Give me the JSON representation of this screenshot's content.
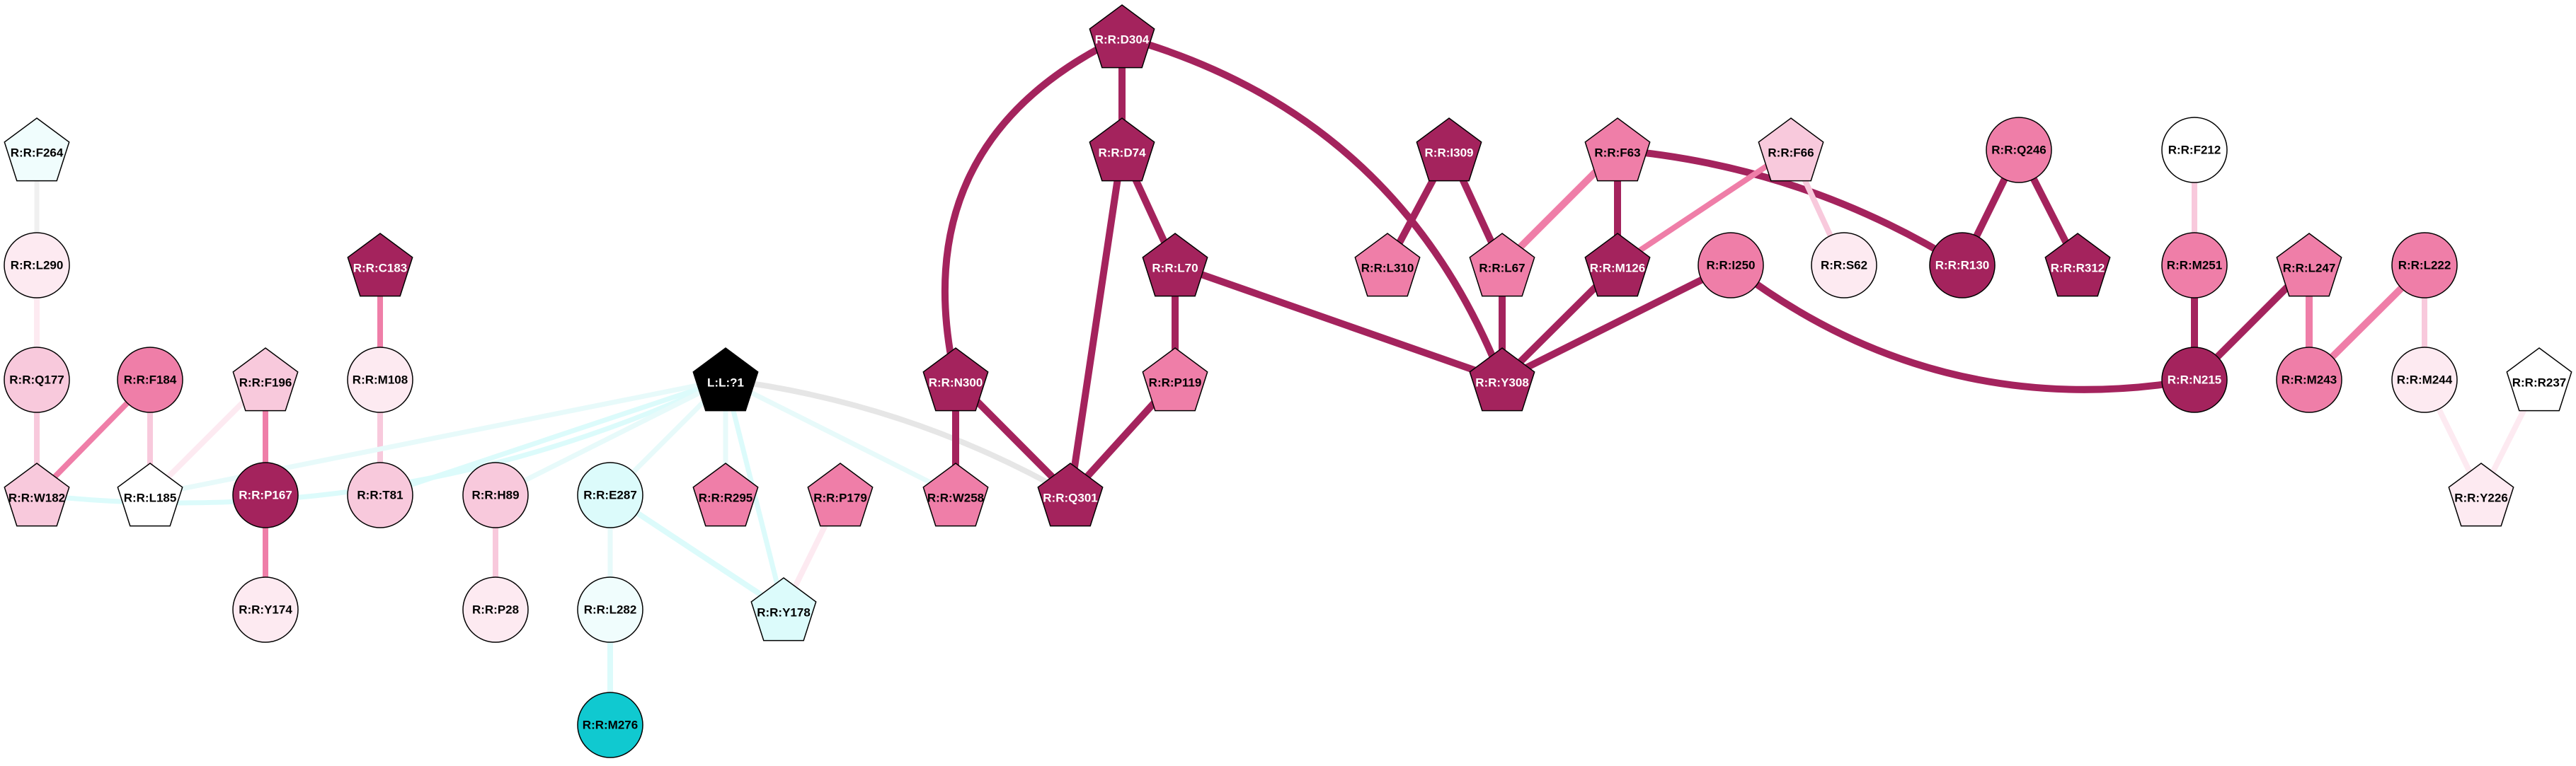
{
  "colors": {
    "stroke": "#000000",
    "label_light": "#ffffff",
    "label_dark": "#000000",
    "edge_strong": "#a4235d",
    "edge_medium": "#ef7ea8",
    "edge_light": "#f8c9dc",
    "edge_faint": "#fdeaf1",
    "edge_cyan": "#dcfbfb",
    "edge_cyan_soft": "#e7fafa",
    "edge_gray": "#e6e6e6",
    "edge_gray_light": "#f0f0f0"
  },
  "nodes": [
    {
      "id": "F264",
      "label": "R:R:F264",
      "shape": "pentagon",
      "fill": "#f0fdfd",
      "text": "dark"
    },
    {
      "id": "L290",
      "label": "R:R:L290",
      "shape": "circle",
      "fill": "#fdeaf1",
      "text": "dark"
    },
    {
      "id": "Q177",
      "label": "R:R:Q177",
      "shape": "circle",
      "fill": "#f8c9dc",
      "text": "dark"
    },
    {
      "id": "W182",
      "label": "R:R:W182",
      "shape": "pentagon",
      "fill": "#f8c9dc",
      "text": "dark"
    },
    {
      "id": "F184",
      "label": "R:R:F184",
      "shape": "circle",
      "fill": "#ef7ea8",
      "text": "dark"
    },
    {
      "id": "L185",
      "label": "R:R:L185",
      "shape": "pentagon",
      "fill": "#ffffff",
      "text": "dark"
    },
    {
      "id": "F196",
      "label": "R:R:F196",
      "shape": "pentagon",
      "fill": "#f8c9dc",
      "text": "dark"
    },
    {
      "id": "P167",
      "label": "R:R:P167",
      "shape": "circle",
      "fill": "#a4235d",
      "text": "light"
    },
    {
      "id": "Y174",
      "label": "R:R:Y174",
      "shape": "circle",
      "fill": "#fdeaf1",
      "text": "dark"
    },
    {
      "id": "C183",
      "label": "R:R:C183",
      "shape": "pentagon",
      "fill": "#a4235d",
      "text": "light"
    },
    {
      "id": "M108",
      "label": "R:R:M108",
      "shape": "circle",
      "fill": "#fdeaf1",
      "text": "dark"
    },
    {
      "id": "T81",
      "label": "R:R:T81",
      "shape": "circle",
      "fill": "#f8c9dc",
      "text": "dark"
    },
    {
      "id": "LIG",
      "label": "L:L:?1",
      "shape": "pentagon",
      "fill": "#000000",
      "text": "light"
    },
    {
      "id": "H89",
      "label": "R:R:H89",
      "shape": "circle",
      "fill": "#f8c9dc",
      "text": "dark"
    },
    {
      "id": "P28",
      "label": "R:R:P28",
      "shape": "circle",
      "fill": "#fdeaf1",
      "text": "dark"
    },
    {
      "id": "E287",
      "label": "R:R:E287",
      "shape": "circle",
      "fill": "#dcfbfb",
      "text": "dark"
    },
    {
      "id": "L282",
      "label": "R:R:L282",
      "shape": "circle",
      "fill": "#f0fdfd",
      "text": "dark"
    },
    {
      "id": "M276",
      "label": "R:R:M276",
      "shape": "circle",
      "fill": "#10c9d0",
      "text": "dark"
    },
    {
      "id": "R295",
      "label": "R:R:R295",
      "shape": "pentagon",
      "fill": "#ef7ea8",
      "text": "dark"
    },
    {
      "id": "P179",
      "label": "R:R:P179",
      "shape": "pentagon",
      "fill": "#ef7ea8",
      "text": "dark"
    },
    {
      "id": "Y178",
      "label": "R:R:Y178",
      "shape": "pentagon",
      "fill": "#dcfbfb",
      "text": "dark"
    },
    {
      "id": "N300",
      "label": "R:R:N300",
      "shape": "pentagon",
      "fill": "#a4235d",
      "text": "light"
    },
    {
      "id": "W258",
      "label": "R:R:W258",
      "shape": "pentagon",
      "fill": "#ef7ea8",
      "text": "dark"
    },
    {
      "id": "Q301",
      "label": "R:R:Q301",
      "shape": "pentagon",
      "fill": "#a4235d",
      "text": "light"
    },
    {
      "id": "D304",
      "label": "R:R:D304",
      "shape": "pentagon",
      "fill": "#a4235d",
      "text": "light"
    },
    {
      "id": "D74",
      "label": "R:R:D74",
      "shape": "pentagon",
      "fill": "#a4235d",
      "text": "light"
    },
    {
      "id": "L70",
      "label": "R:R:L70",
      "shape": "pentagon",
      "fill": "#a4235d",
      "text": "light"
    },
    {
      "id": "P119",
      "label": "R:R:P119",
      "shape": "pentagon",
      "fill": "#ef7ea8",
      "text": "dark"
    },
    {
      "id": "I309",
      "label": "R:R:I309",
      "shape": "pentagon",
      "fill": "#a4235d",
      "text": "light"
    },
    {
      "id": "L310",
      "label": "R:R:L310",
      "shape": "pentagon",
      "fill": "#ef7ea8",
      "text": "dark"
    },
    {
      "id": "L67",
      "label": "R:R:L67",
      "shape": "pentagon",
      "fill": "#ef7ea8",
      "text": "dark"
    },
    {
      "id": "F63",
      "label": "R:R:F63",
      "shape": "pentagon",
      "fill": "#ef7ea8",
      "text": "dark"
    },
    {
      "id": "M126",
      "label": "R:R:M126",
      "shape": "pentagon",
      "fill": "#a4235d",
      "text": "light"
    },
    {
      "id": "Y308",
      "label": "R:R:Y308",
      "shape": "pentagon",
      "fill": "#a4235d",
      "text": "light"
    },
    {
      "id": "F66",
      "label": "R:R:F66",
      "shape": "pentagon",
      "fill": "#f8c9dc",
      "text": "dark"
    },
    {
      "id": "S62",
      "label": "R:R:S62",
      "shape": "circle",
      "fill": "#fdeaf1",
      "text": "dark"
    },
    {
      "id": "I250",
      "label": "R:R:I250",
      "shape": "circle",
      "fill": "#ef7ea8",
      "text": "dark"
    },
    {
      "id": "Q246",
      "label": "R:R:Q246",
      "shape": "circle",
      "fill": "#ef7ea8",
      "text": "dark"
    },
    {
      "id": "R130",
      "label": "R:R:R130",
      "shape": "circle",
      "fill": "#a4235d",
      "text": "light"
    },
    {
      "id": "R312",
      "label": "R:R:R312",
      "shape": "pentagon",
      "fill": "#a4235d",
      "text": "light"
    },
    {
      "id": "F212",
      "label": "R:R:F212",
      "shape": "circle",
      "fill": "#ffffff",
      "text": "dark"
    },
    {
      "id": "M251",
      "label": "R:R:M251",
      "shape": "circle",
      "fill": "#ef7ea8",
      "text": "dark"
    },
    {
      "id": "N215",
      "label": "R:R:N215",
      "shape": "circle",
      "fill": "#a4235d",
      "text": "light"
    },
    {
      "id": "L247",
      "label": "R:R:L247",
      "shape": "pentagon",
      "fill": "#ef7ea8",
      "text": "dark"
    },
    {
      "id": "M243",
      "label": "R:R:M243",
      "shape": "circle",
      "fill": "#ef7ea8",
      "text": "dark"
    },
    {
      "id": "L222",
      "label": "R:R:L222",
      "shape": "circle",
      "fill": "#ef7ea8",
      "text": "dark"
    },
    {
      "id": "M244",
      "label": "R:R:M244",
      "shape": "circle",
      "fill": "#fdeaf1",
      "text": "dark"
    },
    {
      "id": "R237",
      "label": "R:R:R237",
      "shape": "pentagon",
      "fill": "#ffffff",
      "text": "dark"
    },
    {
      "id": "Y226",
      "label": "R:R:Y226",
      "shape": "pentagon",
      "fill": "#fdeaf1",
      "text": "dark"
    }
  ],
  "edges": [
    {
      "source": "F264",
      "target": "L290",
      "color": "edge_gray_light",
      "weight": "thin"
    },
    {
      "source": "L290",
      "target": "Q177",
      "color": "edge_faint",
      "weight": "medium"
    },
    {
      "source": "Q177",
      "target": "W182",
      "color": "edge_light",
      "weight": "medium"
    },
    {
      "source": "F184",
      "target": "W182",
      "color": "edge_medium",
      "weight": "medium"
    },
    {
      "source": "F184",
      "target": "L185",
      "color": "edge_light",
      "weight": "medium"
    },
    {
      "source": "F196",
      "target": "L185",
      "color": "edge_faint",
      "weight": "medium"
    },
    {
      "source": "F196",
      "target": "P167",
      "color": "edge_medium",
      "weight": "medium"
    },
    {
      "source": "P167",
      "target": "Y174",
      "color": "edge_medium",
      "weight": "medium"
    },
    {
      "source": "C183",
      "target": "M108",
      "color": "edge_medium",
      "weight": "medium"
    },
    {
      "source": "M108",
      "target": "T81",
      "color": "edge_light",
      "weight": "medium"
    },
    {
      "source": "H89",
      "target": "P28",
      "color": "edge_light",
      "weight": "medium"
    },
    {
      "source": "E287",
      "target": "L282",
      "color": "edge_cyan_soft",
      "weight": "thin"
    },
    {
      "source": "L282",
      "target": "M276",
      "color": "edge_cyan",
      "weight": "medium"
    },
    {
      "source": "E287",
      "target": "Y178",
      "color": "edge_cyan",
      "weight": "medium"
    },
    {
      "source": "P179",
      "target": "Y178",
      "color": "edge_faint",
      "weight": "medium"
    },
    {
      "source": "LIG",
      "target": "W182",
      "color": "edge_cyan",
      "weight": "thin",
      "curve": -14
    },
    {
      "source": "LIG",
      "target": "L185",
      "color": "edge_cyan_soft",
      "weight": "thin"
    },
    {
      "source": "LIG",
      "target": "T81",
      "color": "edge_cyan",
      "weight": "thin"
    },
    {
      "source": "LIG",
      "target": "H89",
      "color": "edge_cyan_soft",
      "weight": "thin"
    },
    {
      "source": "LIG",
      "target": "E287",
      "color": "edge_cyan_soft",
      "weight": "thin"
    },
    {
      "source": "LIG",
      "target": "R295",
      "color": "edge_cyan_soft",
      "weight": "thin"
    },
    {
      "source": "LIG",
      "target": "Y178",
      "color": "edge_cyan",
      "weight": "thin"
    },
    {
      "source": "LIG",
      "target": "W258",
      "color": "edge_cyan_soft",
      "weight": "thin"
    },
    {
      "source": "LIG",
      "target": "Q301",
      "color": "edge_gray",
      "weight": "medium",
      "curve": -10
    },
    {
      "source": "N300",
      "target": "W258",
      "color": "edge_strong",
      "weight": "thick"
    },
    {
      "source": "N300",
      "target": "Q301",
      "color": "edge_strong",
      "weight": "thick"
    },
    {
      "source": "D304",
      "target": "N300",
      "color": "edge_strong",
      "weight": "thick",
      "curve": 40
    },
    {
      "source": "D304",
      "target": "D74",
      "color": "edge_strong",
      "weight": "thick"
    },
    {
      "source": "D304",
      "target": "Y308",
      "color": "edge_strong",
      "weight": "thick",
      "curve": -25
    },
    {
      "source": "D74",
      "target": "L70",
      "color": "edge_strong",
      "weight": "thick"
    },
    {
      "source": "D74",
      "target": "Q301",
      "color": "edge_strong",
      "weight": "thick"
    },
    {
      "source": "L70",
      "target": "P119",
      "color": "edge_strong",
      "weight": "thick"
    },
    {
      "source": "P119",
      "target": "Q301",
      "color": "edge_strong",
      "weight": "thick"
    },
    {
      "source": "L70",
      "target": "Y308",
      "color": "edge_strong",
      "weight": "thick"
    },
    {
      "source": "I309",
      "target": "L310",
      "color": "edge_strong",
      "weight": "thick"
    },
    {
      "source": "I309",
      "target": "L67",
      "color": "edge_strong",
      "weight": "thick"
    },
    {
      "source": "F63",
      "target": "L67",
      "color": "edge_medium",
      "weight": "thick"
    },
    {
      "source": "F63",
      "target": "M126",
      "color": "edge_strong",
      "weight": "thick"
    },
    {
      "source": "F63",
      "target": "R130",
      "color": "edge_strong",
      "weight": "thick",
      "curve": -12
    },
    {
      "source": "F66",
      "target": "M126",
      "color": "edge_medium",
      "weight": "medium"
    },
    {
      "source": "F66",
      "target": "S62",
      "color": "edge_light",
      "weight": "medium"
    },
    {
      "source": "L67",
      "target": "Y308",
      "color": "edge_strong",
      "weight": "thick"
    },
    {
      "source": "M126",
      "target": "Y308",
      "color": "edge_strong",
      "weight": "thick"
    },
    {
      "source": "I250",
      "target": "Y308",
      "color": "edge_strong",
      "weight": "thick"
    },
    {
      "source": "I250",
      "target": "N215",
      "color": "edge_strong",
      "weight": "thick",
      "curve": 22
    },
    {
      "source": "Q246",
      "target": "R130",
      "color": "edge_strong",
      "weight": "thick"
    },
    {
      "source": "Q246",
      "target": "R312",
      "color": "edge_strong",
      "weight": "thick"
    },
    {
      "source": "F212",
      "target": "M251",
      "color": "edge_light",
      "weight": "medium"
    },
    {
      "source": "M251",
      "target": "N215",
      "color": "edge_strong",
      "weight": "thick"
    },
    {
      "source": "L247",
      "target": "N215",
      "color": "edge_strong",
      "weight": "thick"
    },
    {
      "source": "L247",
      "target": "M243",
      "color": "edge_medium",
      "weight": "thick"
    },
    {
      "source": "L222",
      "target": "M243",
      "color": "edge_medium",
      "weight": "thick"
    },
    {
      "source": "L222",
      "target": "M244",
      "color": "edge_light",
      "weight": "medium"
    },
    {
      "source": "M244",
      "target": "Y226",
      "color": "edge_faint",
      "weight": "medium"
    },
    {
      "source": "R237",
      "target": "Y226",
      "color": "edge_faint",
      "weight": "medium"
    }
  ]
}
